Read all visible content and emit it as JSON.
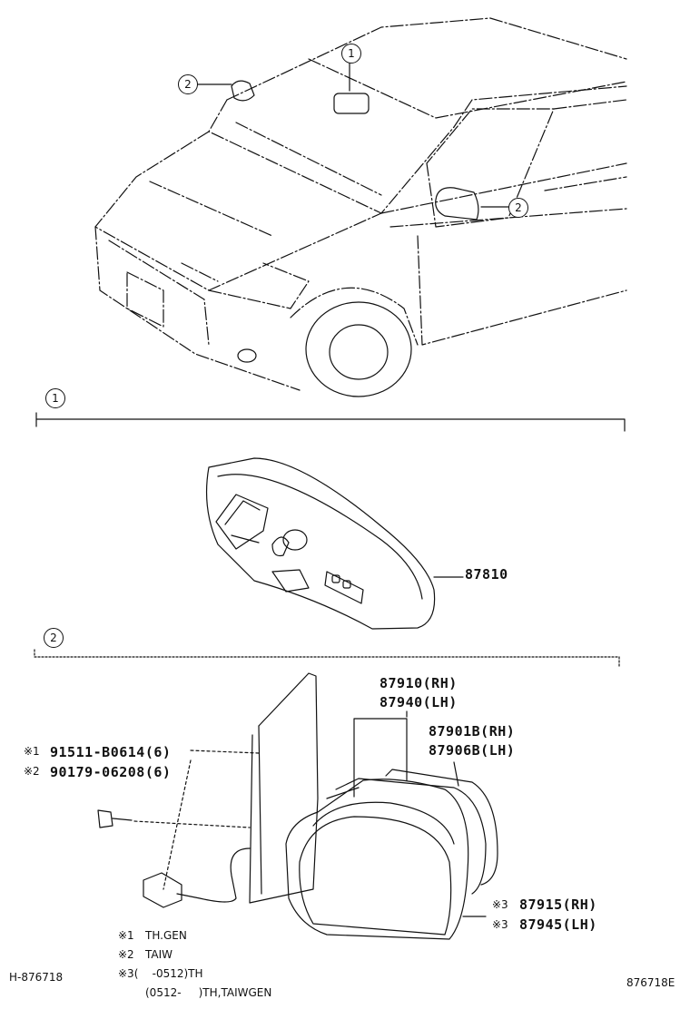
{
  "callouts": {
    "one": "1",
    "two": "2"
  },
  "sections": {
    "one": "1",
    "two": "2"
  },
  "parts": {
    "inner_mirror": "87810",
    "outer_mirror_rh": "87910(RH)",
    "outer_mirror_lh": "87940(LH)",
    "cover_rh": "87901B(RH)",
    "cover_lh": "87906B(LH)",
    "screw_1_mark": "※1",
    "screw_1": "91511-B0614(6)",
    "screw_2_mark": "※2",
    "screw_2": "90179-06208(6)",
    "mirror_glass_rh_mark": "※3",
    "mirror_glass_rh": "87915(RH)",
    "mirror_glass_lh_mark": "※3",
    "mirror_glass_lh": "87945(LH)"
  },
  "notes": {
    "n1_mark": "※1",
    "n1": "TH.GEN",
    "n2_mark": "※2",
    "n2": "TAIW",
    "n3_line1": "※3(    -0512)TH",
    "n3_line2": "(0512-     )TH,TAIWGEN"
  },
  "footer": {
    "left_id": "H-876718",
    "right_id": "876718E"
  }
}
